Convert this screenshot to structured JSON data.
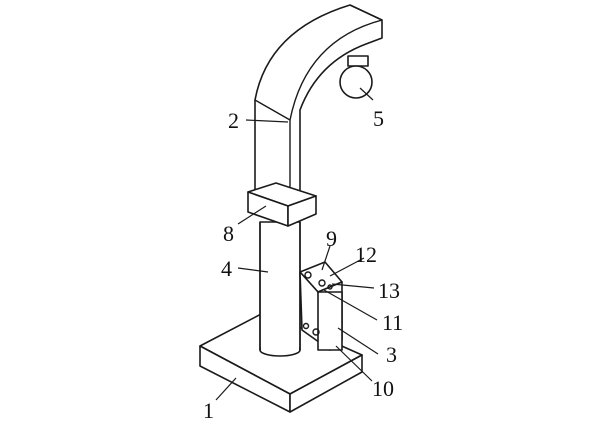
{
  "labels": {
    "l1": "1",
    "l2": "2",
    "l3": "3",
    "l4": "4",
    "l5": "5",
    "l8": "8",
    "l9": "9",
    "l10": "10",
    "l11": "11",
    "l12": "12",
    "l13": "13"
  }
}
